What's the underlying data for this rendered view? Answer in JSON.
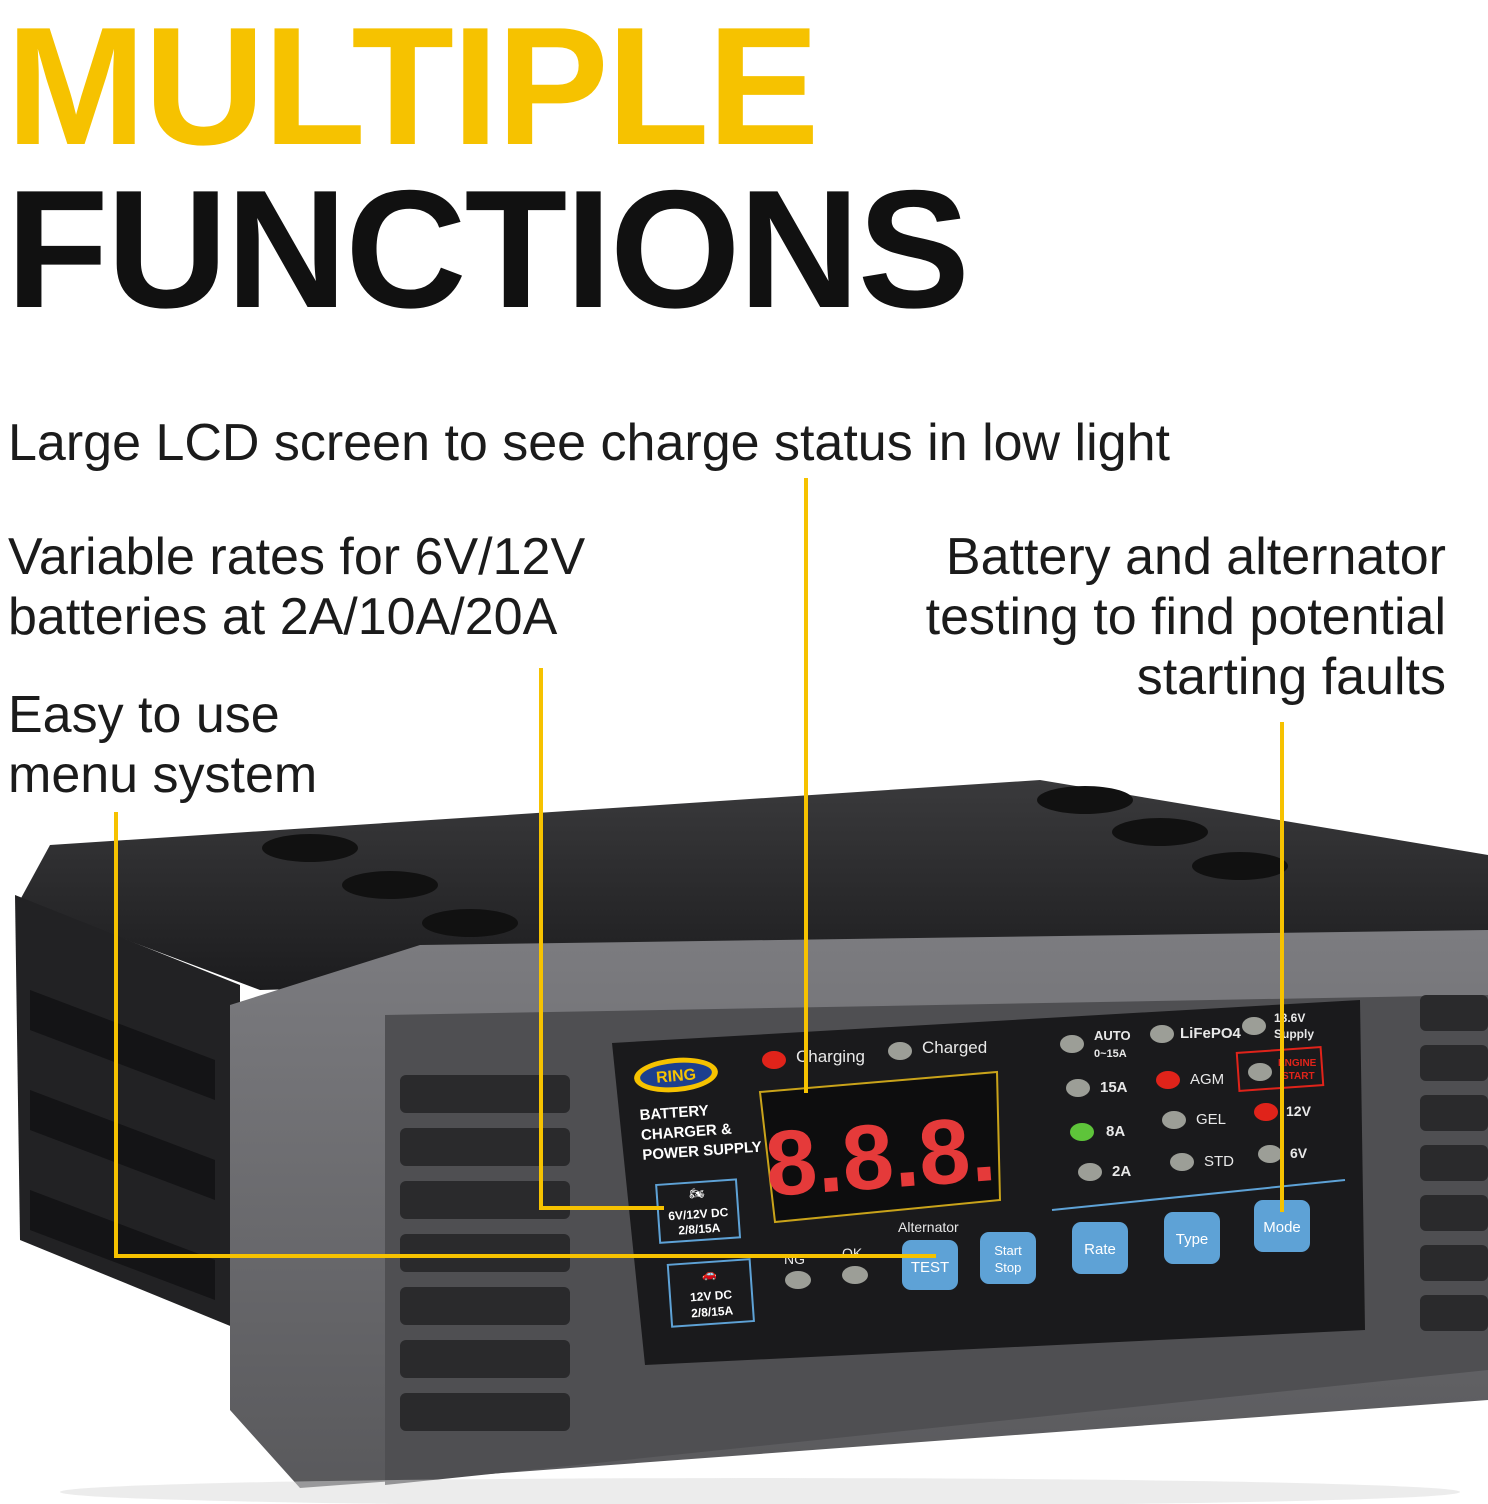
{
  "headline": {
    "line1": "MULTIPLE",
    "line2": "FUNCTIONS"
  },
  "callouts": {
    "lcd": "Large LCD screen to see charge status in low light",
    "rates": [
      "Variable rates for 6V/12V",
      "batteries at 2A/10A/20A"
    ],
    "menu": [
      "Easy to use",
      "menu system"
    ],
    "testing": [
      "Battery and alternator",
      "testing to find potential",
      "starting faults"
    ]
  },
  "panel": {
    "brand": "RING",
    "product": [
      "BATTERY",
      "CHARGER &",
      "POWER SUPPLY"
    ],
    "display_value": "8.8.8.",
    "status_leds": [
      {
        "label": "Charging",
        "state": "red"
      },
      {
        "label": "Charged",
        "state": "off"
      }
    ],
    "rate_leds": [
      {
        "label": "AUTO",
        "sub": "0~15A",
        "state": "off"
      },
      {
        "label": "15A",
        "state": "off"
      },
      {
        "label": "8A",
        "state": "green"
      },
      {
        "label": "2A",
        "state": "off"
      }
    ],
    "type_leds": [
      {
        "label": "LiFePO4",
        "state": "off"
      },
      {
        "label": "AGM",
        "state": "red"
      },
      {
        "label": "GEL",
        "state": "off"
      },
      {
        "label": "STD",
        "state": "off"
      }
    ],
    "mode_leds": [
      {
        "label": "13.6V",
        "sub": "Supply",
        "state": "off"
      },
      {
        "label": "ENGINE",
        "sub": "START",
        "state": "off"
      },
      {
        "label": "12V",
        "state": "red"
      },
      {
        "label": "6V",
        "state": "off"
      }
    ],
    "dc_outputs": [
      {
        "spec": "6V/12V DC",
        "sub": "2/8/15A"
      },
      {
        "spec": "12V DC",
        "sub": "2/8/15A"
      }
    ],
    "alternator": {
      "title": "Alternator",
      "leds": [
        "NG",
        "OK"
      ]
    },
    "buttons": {
      "test": "TEST",
      "start_stop": [
        "Start",
        "Stop"
      ],
      "rate": "Rate",
      "type": "Type",
      "mode": "Mode"
    }
  },
  "colors": {
    "yellow": "#f6c200",
    "button_blue": "#5ea2d6",
    "led_red": "#e0231a",
    "led_green": "#5ec43a",
    "led_off": "#9c9e97",
    "body_grey": "#6f6f72",
    "panel_black": "#1a1a1c"
  }
}
